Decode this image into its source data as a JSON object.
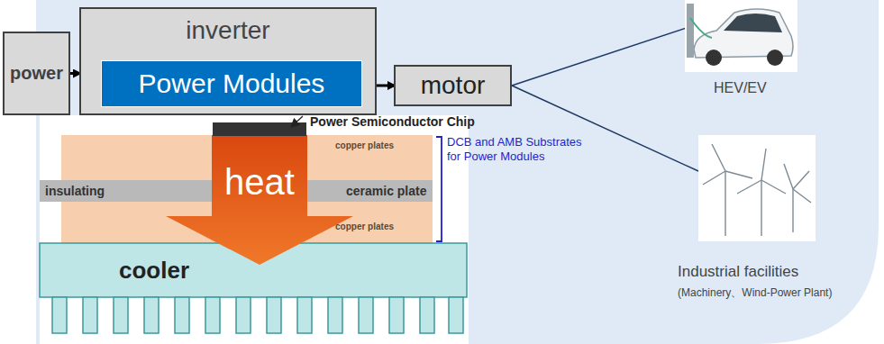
{
  "diagram": {
    "nodes": [
      {
        "text": [
          "power"
        ]
      },
      {
        "text": [
          "inverter"
        ]
      },
      {
        "text": [
          "Power Modules"
        ],
        "in": 1
      },
      {
        "text": [
          "motor"
        ]
      }
    ],
    "edges": [
      {
        "from": 0,
        "to": 1,
        "arrow": "to"
      },
      {
        "from": 1,
        "to": 3,
        "arrow": "to"
      }
    ],
    "labels": [
      "Power Semiconductor Chip",
      "copper plates",
      "insulating",
      "heat",
      "ceramic plate",
      "copper plates",
      "cooler",
      "DCB and AMB Substrates for Power Modules",
      "HEV/EV",
      "Industrial facilities",
      "(Machinery、Wind-Power Plant)"
    ]
  }
}
